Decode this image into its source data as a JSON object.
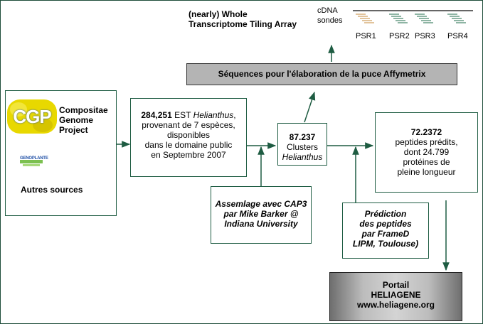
{
  "title_top": {
    "line1": "(nearly) Whole",
    "line2": "Transcriptome Tiling Array"
  },
  "probe_legend": {
    "label1": "cDNA",
    "label2": "sondes",
    "psr": [
      "PSR1",
      "PSR2",
      "PSR3",
      "PSR4"
    ]
  },
  "affymetrix_box": "Séquences pour l'élaboration de la puce Affymetrix",
  "sources_box": {
    "cgp_logo": "CGP",
    "cgp_name": [
      "Compositae",
      "Genome",
      "Project"
    ],
    "genoplante_logo": "GENOPLANTE",
    "other": "Autres sources"
  },
  "est_box": {
    "count": "284,251",
    "l1_rest": " EST ",
    "l1_genus": "Helianthus",
    "l1_end": ",",
    "l2": "provenant de 7 espèces,",
    "l3": "disponibles",
    "l4": "dans le domaine public",
    "l5": "en Septembre 2007"
  },
  "clusters_box": {
    "count": "87.237",
    "label": "Clusters",
    "genus": "Helianthus"
  },
  "peptides_box": {
    "count": "72.2372",
    "l2": "peptides prédits,",
    "l3": "dont 24.799",
    "l4": "protéines de",
    "l5": "pleine longueur"
  },
  "assembly_box": {
    "l1": "Assemlage avec CAP3",
    "l2": "par Mike Barker @",
    "l3": "Indiana University"
  },
  "prediction_box": {
    "l1": "Prédiction",
    "l2": "des peptides",
    "l3": "par FrameD",
    "l4": "LIPM, Toulouse)"
  },
  "portal_box": {
    "l1": "Portail",
    "l2": "HELIAGENE",
    "l3": "www.heliagene.org"
  },
  "colors": {
    "arrow": "#1e5c42",
    "affy_bg": "#b4b4b4",
    "cgp_yellow": "#e8d800",
    "cgp_blue": "#1f4fa6"
  }
}
